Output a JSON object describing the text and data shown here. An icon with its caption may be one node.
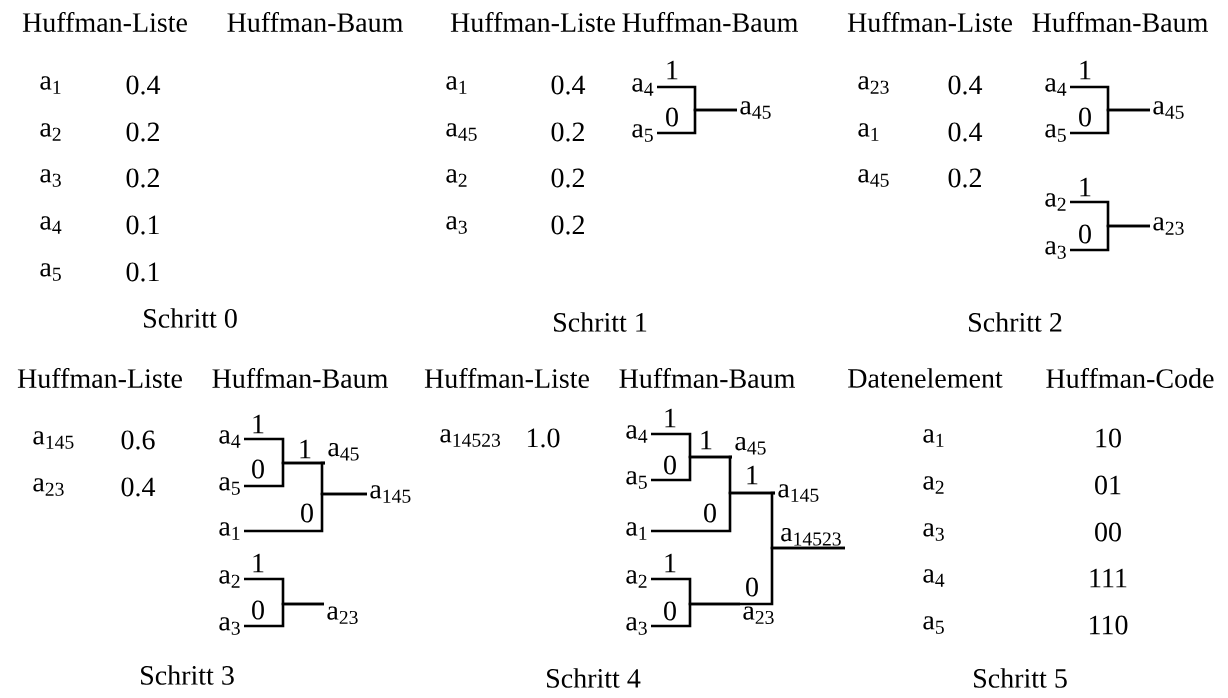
{
  "diagram": {
    "nodes": [
      {
        "text": [
          "a$_{4}$"
        ]
      },
      {
        "text": [
          "a$_{5}$"
        ]
      },
      {
        "text": [
          "a$_{45}$"
        ]
      },
      {
        "text": [
          "a$_{4}$"
        ]
      },
      {
        "text": [
          "a$_{5}$"
        ]
      },
      {
        "text": [
          "a$_{45}$"
        ]
      },
      {
        "text": [
          "a$_{2}$"
        ]
      },
      {
        "text": [
          "a$_{3}$"
        ]
      },
      {
        "text": [
          "a$_{23}$"
        ]
      },
      {
        "text": [
          "a$_{4}$"
        ]
      },
      {
        "text": [
          "a$_{5}$"
        ]
      },
      {
        "text": [
          "a$_{1}$"
        ]
      },
      {
        "text": [
          "a$_{2}$"
        ]
      },
      {
        "text": [
          "a$_{3}$"
        ]
      },
      {
        "text": [
          "a$_{45}$"
        ]
      },
      {
        "text": [
          "a$_{145}$"
        ]
      },
      {
        "text": [
          "a$_{23}$"
        ]
      },
      {
        "text": [
          "a$_{4}$"
        ]
      },
      {
        "text": [
          "a$_{5}$"
        ]
      },
      {
        "text": [
          "a$_{1}$"
        ]
      },
      {
        "text": [
          "a$_{2}$"
        ]
      },
      {
        "text": [
          "a$_{3}$"
        ]
      },
      {
        "text": [
          "a$_{45}$"
        ]
      },
      {
        "text": [
          "a$_{145}$"
        ]
      },
      {
        "text": [
          "a$_{14523}$"
        ]
      },
      {
        "text": [
          "a$_{23}$"
        ]
      }
    ],
    "edges": [
      {
        "from": 0,
        "to": 2,
        "arrow": "none",
        "label": "1"
      },
      {
        "from": 1,
        "to": 2,
        "arrow": "none",
        "label": "0"
      },
      {
        "from": 3,
        "to": 5,
        "arrow": "none",
        "label": "1"
      },
      {
        "from": 4,
        "to": 5,
        "arrow": "none",
        "label": "0"
      },
      {
        "from": 6,
        "to": 8,
        "arrow": "none",
        "label": "1"
      },
      {
        "from": 7,
        "to": 8,
        "arrow": "none",
        "label": "0"
      },
      {
        "from": 9,
        "to": 14,
        "arrow": "none",
        "label": "1"
      },
      {
        "from": 10,
        "to": 14,
        "arrow": "none",
        "label": "0"
      },
      {
        "from": 14,
        "to": 15,
        "arrow": "none",
        "label": "1"
      },
      {
        "from": 11,
        "to": 15,
        "arrow": "none",
        "label": "0"
      },
      {
        "from": 12,
        "to": 16,
        "arrow": "none",
        "label": "1"
      },
      {
        "from": 13,
        "to": 16,
        "arrow": "none",
        "label": "0"
      },
      {
        "from": 17,
        "to": 22,
        "arrow": "none",
        "label": "1"
      },
      {
        "from": 18,
        "to": 22,
        "arrow": "none",
        "label": "0"
      },
      {
        "from": 22,
        "to": 23,
        "arrow": "none",
        "label": "1"
      },
      {
        "from": 19,
        "to": 23,
        "arrow": "none",
        "label": "0"
      },
      {
        "from": 20,
        "to": 25,
        "arrow": "none",
        "label": "1"
      },
      {
        "from": 21,
        "to": 25,
        "arrow": "none",
        "label": "0"
      },
      {
        "from": 23,
        "to": 24,
        "arrow": "none",
        "label": "1"
      },
      {
        "from": 25,
        "to": 24,
        "arrow": "none",
        "label": "0"
      }
    ],
    "labels": [
      "Huffman-Liste",
      "Huffman-Baum",
      "a$_{1}$",
      "0.4",
      "a$_{2}$",
      "0.2",
      "a$_{3}$",
      "0.2",
      "a$_{4}$",
      "0.1",
      "a$_{5}$",
      "0.1",
      "Schritt 0",
      "Huffman-Liste",
      "Huffman-Baum",
      "a$_{1}$",
      "0.4",
      "a$_{45}$",
      "0.2",
      "a$_{2}$",
      "0.2",
      "a$_{3}$",
      "0.2",
      "Schritt 1",
      "Huffman-Liste",
      "Huffman-Baum",
      "a$_{23}$",
      "0.4",
      "a$_{1}$",
      "0.4",
      "a$_{45}$",
      "0.2",
      "Schritt 2",
      "Huffman-Liste",
      "Huffman-Baum",
      "a$_{145}$",
      "0.6",
      "a$_{23}$",
      "0.4",
      "Schritt 3",
      "Huffman-Liste",
      "Huffman-Baum",
      "a$_{14523}$",
      "1.0",
      "Schritt 4",
      "Datenelement",
      "Huffman-Code",
      "a$_{1}$",
      "10",
      "a$_{2}$",
      "01",
      "a$_{3}$",
      "00",
      "a$_{4}$",
      "111",
      "a$_{5}$",
      "110",
      "Schritt 5"
    ]
  }
}
